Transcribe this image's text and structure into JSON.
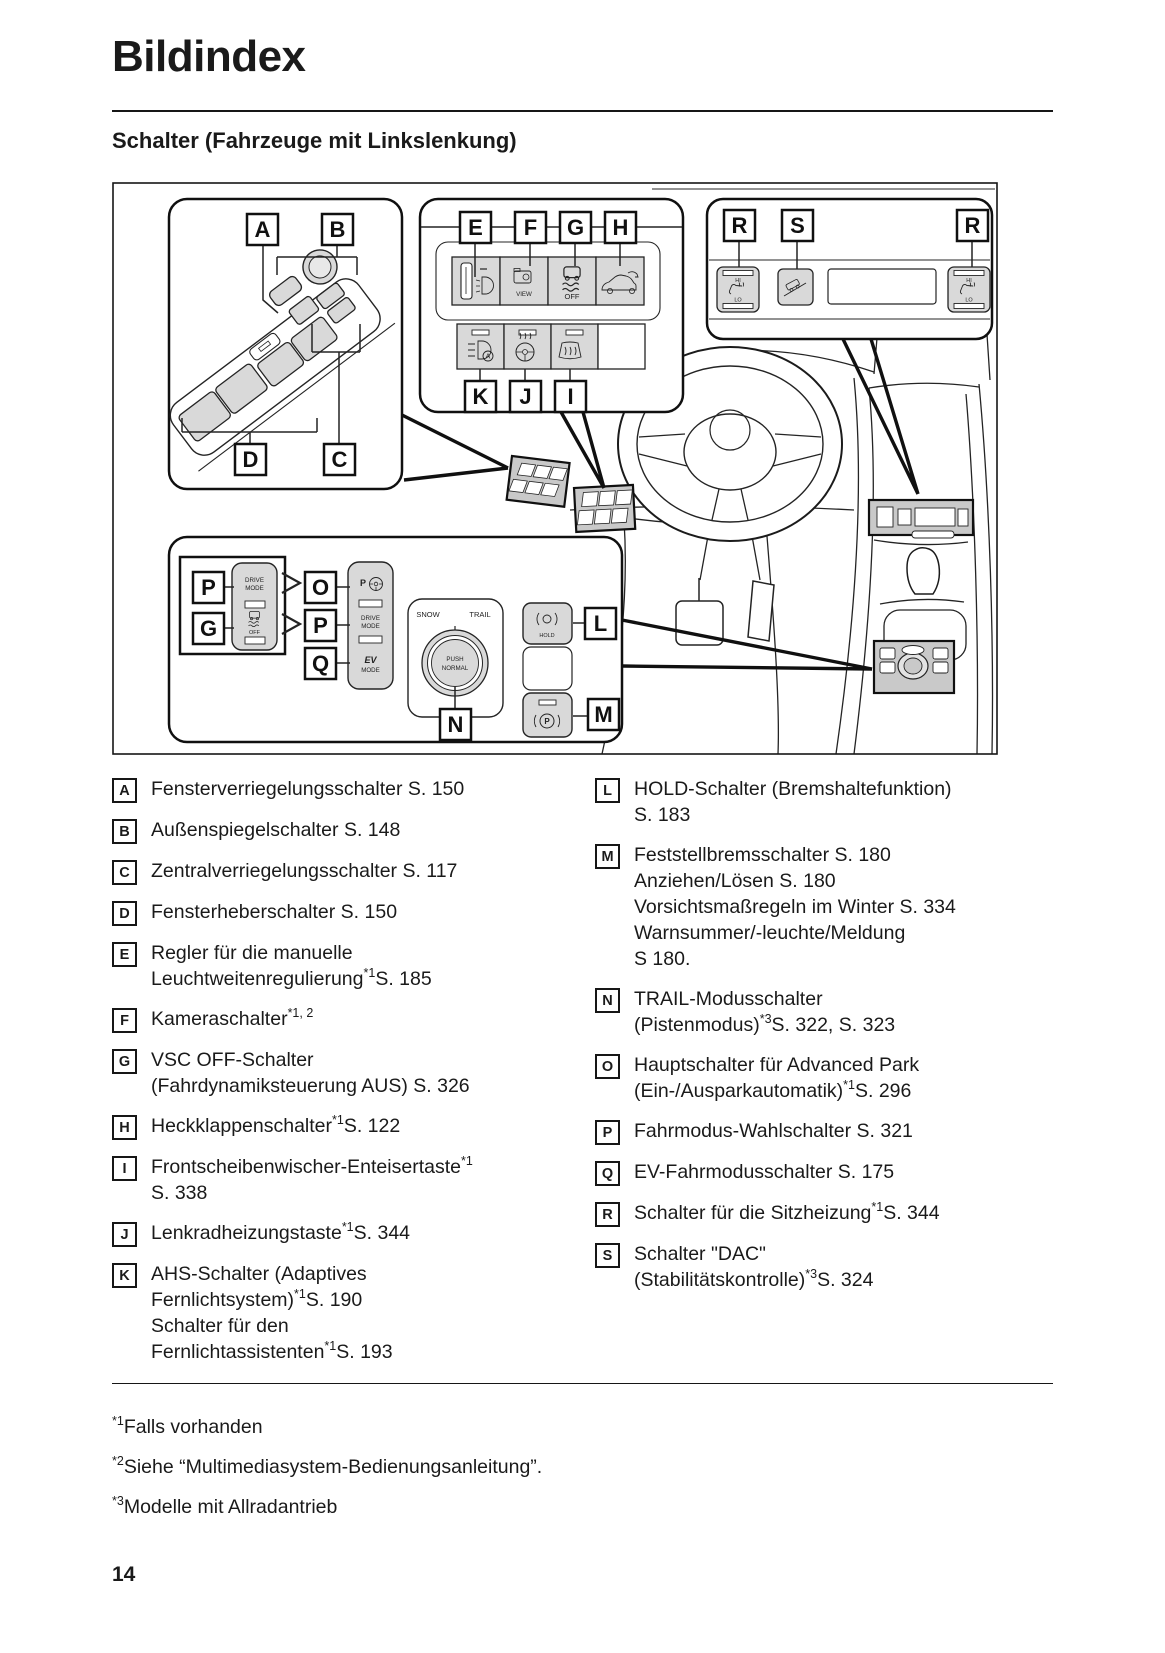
{
  "header": {
    "title": "Bildindex",
    "subtitle": "Schalter (Fahrzeuge mit Linkslenkung)"
  },
  "diagram": {
    "letters": {
      "A": "A",
      "B": "B",
      "C": "C",
      "D": "D",
      "E": "E",
      "F": "F",
      "G": "G",
      "H": "H",
      "I": "I",
      "J": "J",
      "K": "K",
      "L": "L",
      "M": "M",
      "N": "N",
      "O": "O",
      "P": "P",
      "Q": "Q",
      "R": "R",
      "S": "S"
    },
    "texts": {
      "snow": "SNOW",
      "trail": "TRAIL",
      "push": "PUSH",
      "normal": "NORMAL",
      "drive": "DRIVE",
      "mode": "MODE",
      "ev": "EV",
      "off": "OFF",
      "view": "VIEW",
      "hold": "HOLD",
      "hi": "HI",
      "lo": "LO"
    }
  },
  "legend": {
    "left": [
      {
        "letter": "A",
        "lines": [
          {
            "pre": "Fensterverriegelungsschalter S. 150"
          }
        ]
      },
      {
        "letter": "B",
        "lines": [
          {
            "pre": "Außenspiegelschalter S. 148"
          }
        ]
      },
      {
        "letter": "C",
        "lines": [
          {
            "pre": "Zentralverriegelungsschalter S. 117"
          }
        ]
      },
      {
        "letter": "D",
        "lines": [
          {
            "pre": "Fensterheberschalter S. 150"
          }
        ]
      },
      {
        "letter": "E",
        "lines": [
          {
            "pre": "Regler für die manuelle"
          },
          {
            "pre": "Leuchtweitenregulierung",
            "sup": "*1",
            "post": "S. 185"
          }
        ]
      },
      {
        "letter": "F",
        "lines": [
          {
            "pre": "Kameraschalter",
            "sup": "*1, 2"
          }
        ]
      },
      {
        "letter": "G",
        "lines": [
          {
            "pre": "VSC OFF-Schalter"
          },
          {
            "pre": "(Fahrdynamiksteuerung AUS) S. 326"
          }
        ]
      },
      {
        "letter": "H",
        "lines": [
          {
            "pre": "Heckklappenschalter",
            "sup": "*1",
            "post": "S. 122"
          }
        ]
      },
      {
        "letter": "I",
        "lines": [
          {
            "pre": "Frontscheibenwischer-Enteisertaste",
            "sup": "*1"
          },
          {
            "pre": "S. 338"
          }
        ]
      },
      {
        "letter": "J",
        "lines": [
          {
            "pre": "Lenkradheizungstaste",
            "sup": "*1",
            "post": "S. 344"
          }
        ]
      },
      {
        "letter": "K",
        "lines": [
          {
            "pre": "AHS-Schalter (Adaptives"
          },
          {
            "pre": "Fernlichtsystem)",
            "sup": "*1",
            "post": "S. 190"
          },
          {
            "pre": "Schalter für den"
          },
          {
            "pre": "Fernlichtassistenten",
            "sup": "*1",
            "post": "S. 193"
          }
        ]
      }
    ],
    "right": [
      {
        "letter": "L",
        "lines": [
          {
            "pre": "HOLD-Schalter (Bremshaltefunktion)"
          },
          {
            "pre": "S. 183"
          }
        ]
      },
      {
        "letter": "M",
        "lines": [
          {
            "pre": "Feststellbremsschalter S. 180"
          },
          {
            "pre": "Anziehen/Lösen S. 180"
          },
          {
            "pre": "Vorsichtsmaßregeln im Winter S. 334"
          },
          {
            "pre": "Warnsummer/-leuchte/Meldung"
          },
          {
            "pre": "S 180."
          }
        ]
      },
      {
        "letter": "N",
        "lines": [
          {
            "pre": "TRAIL-Modusschalter"
          },
          {
            "pre": "(Pistenmodus)",
            "sup": "*3",
            "post": "S. 322, S. 323"
          }
        ]
      },
      {
        "letter": "O",
        "lines": [
          {
            "pre": "Hauptschalter für Advanced Park"
          },
          {
            "pre": "(Ein-/Ausparkautomatik)",
            "sup": "*1",
            "post": "S. 296"
          }
        ]
      },
      {
        "letter": "P",
        "lines": [
          {
            "pre": "Fahrmodus-Wahlschalter S. 321"
          }
        ]
      },
      {
        "letter": "Q",
        "lines": [
          {
            "pre": "EV-Fahrmodusschalter S. 175"
          }
        ]
      },
      {
        "letter": "R",
        "lines": [
          {
            "pre": "Schalter für die Sitzheizung",
            "sup": "*1",
            "post": "S. 344"
          }
        ]
      },
      {
        "letter": "S",
        "lines": [
          {
            "pre": "Schalter \"DAC\""
          },
          {
            "pre": "(Stabilitätskontrolle)",
            "sup": "*3",
            "post": "S. 324"
          }
        ]
      }
    ]
  },
  "footnotes": [
    {
      "sup": "*1",
      "text": "Falls vorhanden"
    },
    {
      "sup": "*2",
      "text": "Siehe “Multimediasystem-Bedienungsanleitung”."
    },
    {
      "sup": "*3",
      "text": "Modelle mit Allradantrieb"
    }
  ],
  "page_number": "14"
}
